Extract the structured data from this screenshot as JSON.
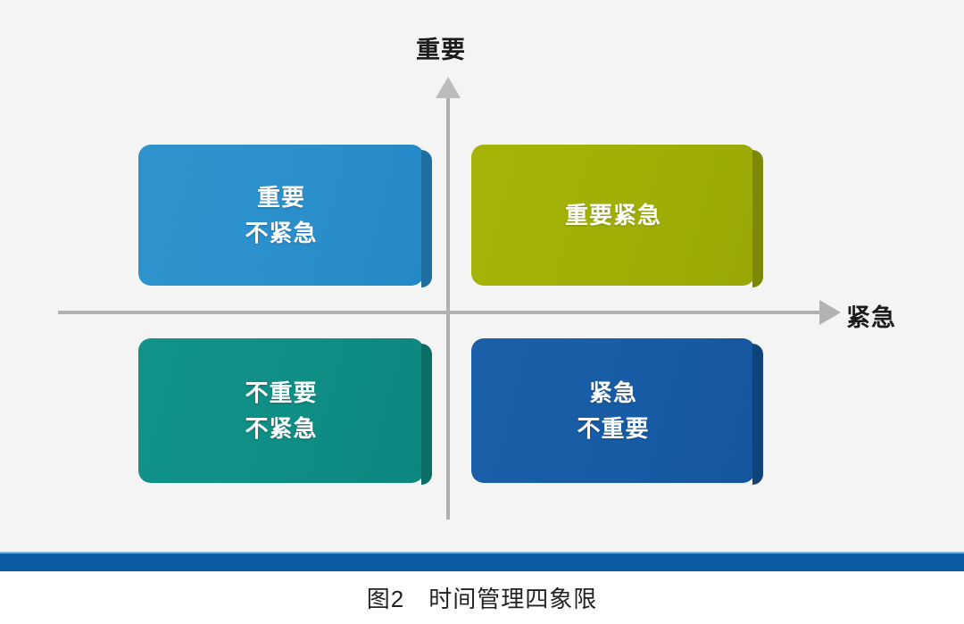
{
  "figure": {
    "axes": {
      "y_label": "重要",
      "x_label": "紧急",
      "y_arrow_icon": "arrow-up-icon",
      "x_arrow_icon": "arrow-right-icon"
    },
    "quadrants": [
      {
        "id": "important-not-urgent",
        "position": "top-left",
        "lines": [
          "重要",
          "不紧急"
        ],
        "color": "#2E92CC",
        "shadow_color": "#1C6F9E"
      },
      {
        "id": "important-urgent",
        "position": "top-right",
        "lines": [
          "重要紧急"
        ],
        "color": "#A3B307",
        "shadow_color": "#7D8905"
      },
      {
        "id": "not-important-not-urgent",
        "position": "bottom-left",
        "lines": [
          "不重要",
          "不紧急"
        ],
        "color": "#109187",
        "shadow_color": "#0A6D66"
      },
      {
        "id": "urgent-not-important",
        "position": "bottom-right",
        "lines": [
          "紧急",
          "不重要"
        ],
        "color": "#1A5FA8",
        "shadow_color": "#0F447A"
      }
    ],
    "background_color": "#F4F4F4"
  },
  "divider": {
    "color": "#0A5BA2",
    "top_edge_color": "#7FB4D4"
  },
  "caption": {
    "number": "图2",
    "title": "时间管理四象限",
    "full": "图2　时间管理四象限"
  }
}
